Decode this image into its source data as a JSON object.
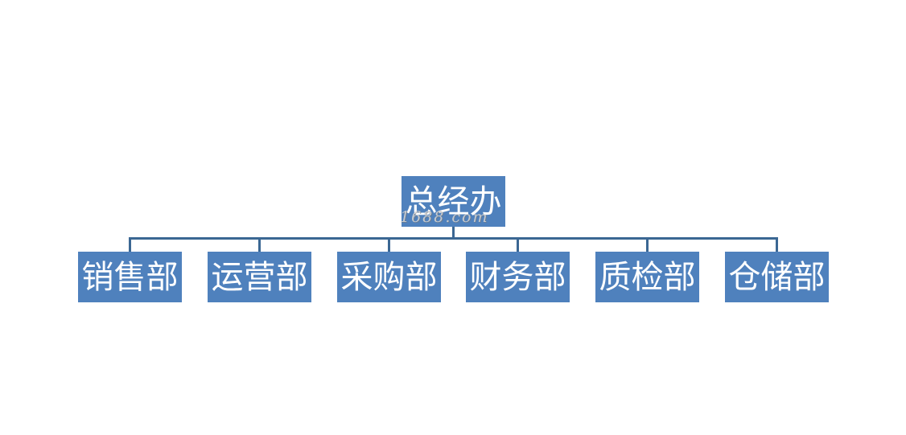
{
  "org_chart": {
    "root": {
      "label": "总经办"
    },
    "children": [
      {
        "label": "销售部"
      },
      {
        "label": "运营部"
      },
      {
        "label": "采购部"
      },
      {
        "label": "财务部"
      },
      {
        "label": "质检部"
      },
      {
        "label": "仓储部"
      }
    ]
  },
  "watermark": {
    "text": "1688.com"
  },
  "colors": {
    "node_fill": "#4f81bd",
    "node_text": "#ffffff",
    "connector": "#3b6793"
  }
}
